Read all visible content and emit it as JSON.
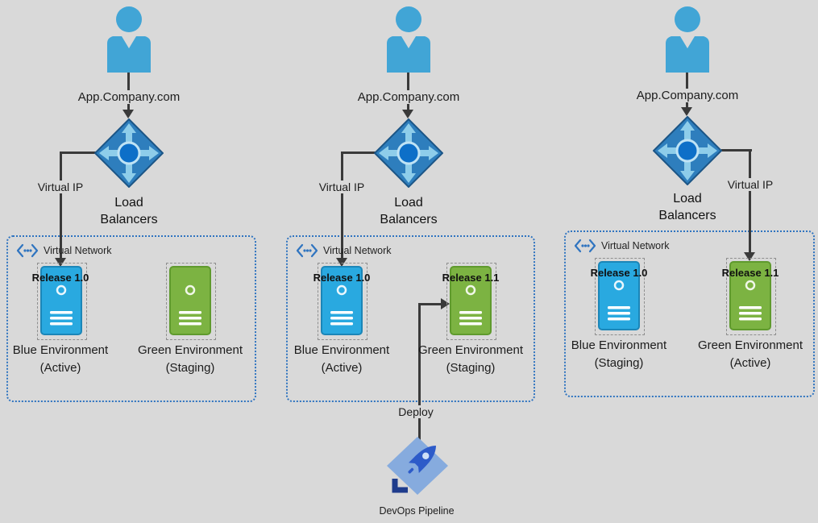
{
  "colors": {
    "background": "#d9d9d9",
    "person_blue": "#41a5d6",
    "lb_diamond": "#2e7ebd",
    "lb_arrows": "#8ecdea",
    "lb_center": "#0d6fc8",
    "vnet_border": "#2f74c0",
    "blue_server": "#29a9e0",
    "green_server": "#7cb342",
    "arrow": "#3a3a3a",
    "pipeline_diamond": "#86abde",
    "pipeline_rocket": "#2d5bc9"
  },
  "icons": {
    "user": "user-icon",
    "load_balancer": "load-balancer-icon",
    "virtual_network": "virtual-network-icon",
    "server": "server-icon",
    "pipeline": "devops-pipeline-rocket-icon"
  },
  "panels": [
    {
      "domain_label": "App.Company.com",
      "virtual_ip_label": "Virtual IP",
      "lb_label_line1": "Load",
      "lb_label_line2": "Balancers",
      "vnet_label": "Virtual Network",
      "blue_release": "Release 1.0",
      "blue_env_line1": "Blue Environment",
      "blue_env_line2": "(Active)",
      "green_env_line1": "Green Environment",
      "green_env_line2": "(Staging)"
    },
    {
      "domain_label": "App.Company.com",
      "virtual_ip_label": "Virtual IP",
      "lb_label_line1": "Load",
      "lb_label_line2": "Balancers",
      "vnet_label": "Virtual Network",
      "blue_release": "Release 1.0",
      "blue_env_line1": "Blue Environment",
      "blue_env_line2": "(Active)",
      "green_release": "Release 1.1",
      "green_env_line1": "Green Environment",
      "green_env_line2": "(Staging)",
      "deploy_label": "Deploy",
      "pipeline_label": "DevOps Pipeline"
    },
    {
      "domain_label": "App.Company.com",
      "virtual_ip_label": "Virtual IP",
      "lb_label_line1": "Load",
      "lb_label_line2": "Balancers",
      "vnet_label": "Virtual Network",
      "blue_release": "Release 1.0",
      "blue_env_line1": "Blue Environment",
      "blue_env_line2": "(Staging)",
      "green_release": "Release 1.1",
      "green_env_line1": "Green Environment",
      "green_env_line2": "(Active)"
    }
  ]
}
